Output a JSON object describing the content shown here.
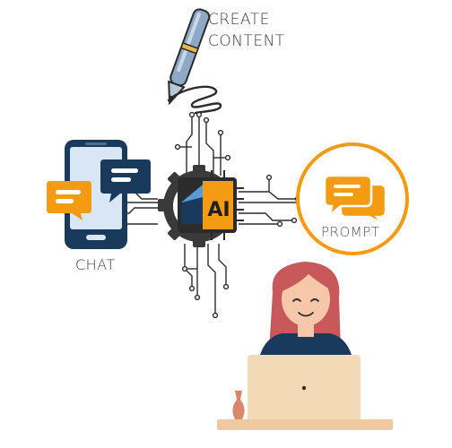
{
  "labels": {
    "create_line1": "CREATE",
    "create_line2": "CONTENT",
    "chat": "CHAT",
    "prompt": "PROMPT",
    "chip": "AI"
  },
  "icons": {
    "pen": "pen-icon",
    "phone": "smartphone-chat-icon",
    "chip": "ai-chip-gear-icon",
    "prompt": "prompt-chat-bubbles-icon",
    "person": "woman-with-laptop-illustration"
  },
  "colors": {
    "orange": "#f29b13",
    "navy": "#1a3a5c",
    "phone_screen": "#d9e6f5",
    "pen_body": "#8ea9c6",
    "skin": "#f6c7a8",
    "hair": "#c9585b",
    "laptop": "#f3d9b6",
    "desk": "#f0c9a0"
  }
}
